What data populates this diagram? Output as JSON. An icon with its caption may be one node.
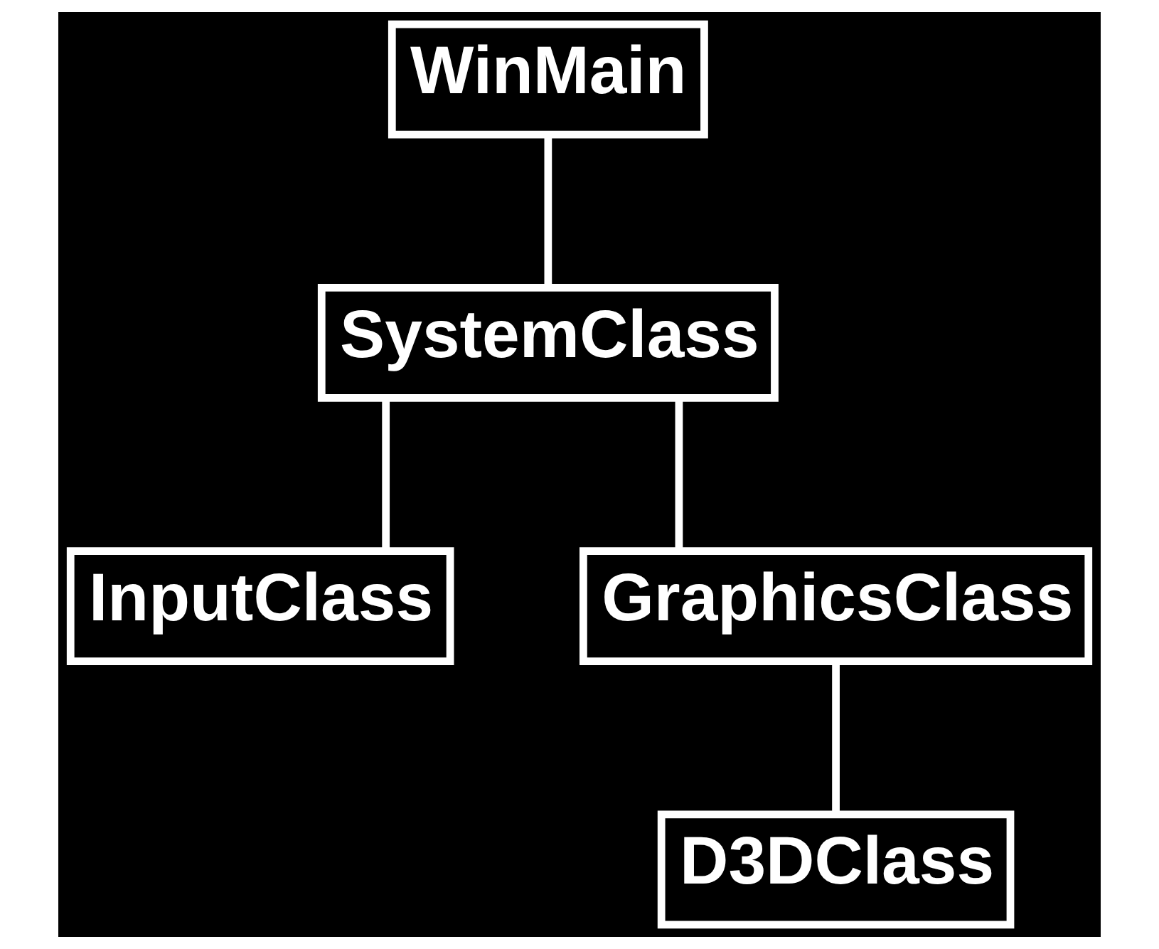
{
  "diagram": {
    "nodes": [
      {
        "text": [
          "WinMain"
        ]
      },
      {
        "text": [
          "SystemClass"
        ]
      },
      {
        "text": [
          "InputClass"
        ]
      },
      {
        "text": [
          "GraphicsClass"
        ]
      },
      {
        "text": [
          "D3DClass"
        ]
      }
    ],
    "edges": [
      {
        "from": 0,
        "to": 1,
        "arrow": "none"
      },
      {
        "from": 1,
        "to": 2,
        "arrow": "none"
      },
      {
        "from": 1,
        "to": 3,
        "arrow": "none"
      },
      {
        "from": 3,
        "to": 4,
        "arrow": "none"
      }
    ]
  }
}
